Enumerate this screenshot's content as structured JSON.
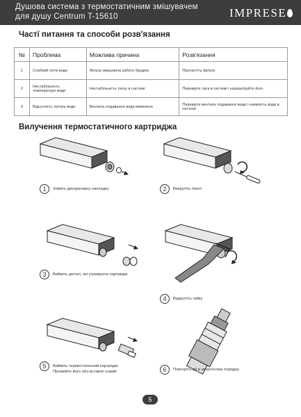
{
  "header": {
    "title_line1": "Душова система з термостатичним змішувачем",
    "title_line2": "для душу Centrum T-15610",
    "logo": "IMPRESE"
  },
  "section1": {
    "title": "Частї питання та способи розв'язання",
    "columns": [
      "№",
      "Проблема",
      "Можлива причина",
      "Розв'язання"
    ],
    "rows": [
      {
        "num": "1",
        "problem": "Слабкий потік води",
        "cause": "Фільтр змішувача забито брудом",
        "solution": "Прочистіть фільтр"
      },
      {
        "num": "2",
        "problem": "Нестабільність температури води",
        "cause": "Нестабільність тиску в системі",
        "solution": "Перевірте тиск в системі і нормалізуйте його"
      },
      {
        "num": "3",
        "problem": "Відсутність потоку води",
        "cause": "Вентиль подавання води вимкнено",
        "solution": "Перевірте вентиль подавання води і наявність води в системі"
      }
    ]
  },
  "section2": {
    "title": "Вилучення термостатичного картриджа",
    "steps": [
      {
        "num": "1",
        "text": "Зніміть декоративну накладку"
      },
      {
        "num": "2",
        "text": "Викрутіть ґвинт"
      },
      {
        "num": "3",
        "text": "Вийміть деталі, які утримують картридж"
      },
      {
        "num": "4",
        "text": "Відкрутіть гайку"
      },
      {
        "num": "5",
        "text_line1": "Вийміть термостатичний картридж.",
        "text_line2": "Промийте його або вставте новий."
      },
      {
        "num": "6",
        "text": "Повторіть дії в зворотному порядку."
      }
    ]
  },
  "page_number": "5"
}
